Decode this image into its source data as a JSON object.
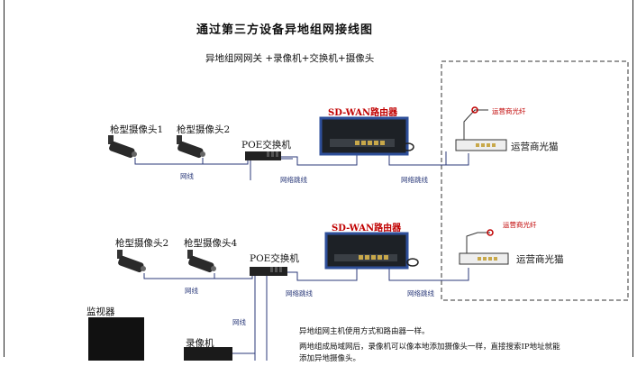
{
  "title": "通过第三方设备异地组网接线图",
  "subtitle": "异地组网网关 +录像机+交换机+摄像头",
  "groups": [
    {
      "cameras": [
        "枪型摄像头1",
        "枪型摄像头2"
      ],
      "switch": "POE交换机",
      "router": "SD-WAN路由器",
      "modem": "运营商光猫",
      "fiber": "运营商光纤",
      "cable_net": "网线",
      "cable_patch1": "网络跳线",
      "cable_patch2": "网络跳线"
    },
    {
      "cameras": [
        "枪型摄像头2",
        "枪型摄像头4"
      ],
      "switch": "POE交换机",
      "router": "SD-WAN路由器",
      "modem": "运营商光猫",
      "fiber": "运营商光纤",
      "cable_net": "网线",
      "cable_patch1": "网络跳线",
      "cable_patch2": "网络跳线"
    }
  ],
  "monitor": "监视器",
  "recorder": "录像机",
  "cable_vertical": "网线",
  "notes": [
    "异地组网主机使用方式和路由器一样。",
    "两地组成局域网后，录像机可以像本地添加摄像头一样，直接搜索IP地址就能",
    "添加异地摄像头。"
  ],
  "colors": {
    "line": "#2b3a7a",
    "fiber": "#c00000",
    "router_body": "#1d2126",
    "router_frame": "#2e4f9a"
  }
}
